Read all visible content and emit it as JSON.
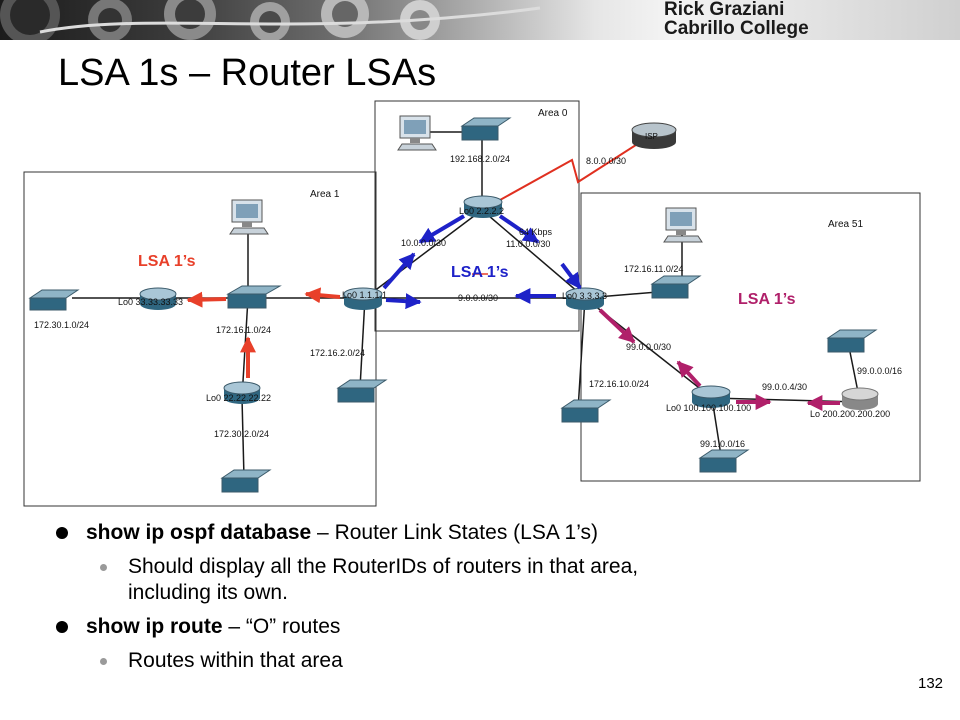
{
  "header": {
    "author": "Rick Graziani",
    "institution": "Cabrillo College"
  },
  "slide": {
    "title": "LSA 1s – Router LSAs",
    "page_number": "132"
  },
  "areas": {
    "area0": "Area 0",
    "area1": "Area 1",
    "area51": "Area 51"
  },
  "lsa_labels": {
    "area1": "LSA 1’s",
    "area0": "LSA 1’s",
    "area51": "LSA 1’s",
    "color": "#e8402a"
  },
  "routers": {
    "r1": "Lo0 1.1.1.1",
    "r2": "Lo0 2.2.2.2",
    "r3": "Lo0 3.3.3.3",
    "r33": "Lo0 33.33.33.33",
    "r22": "Lo0 22.22.22.22",
    "r100": "Lo0 100.100.100.100",
    "r200": "Lo 200.200.200.200",
    "isp": "ISP"
  },
  "networks": {
    "n192": "192.168.2.0/24",
    "n8": "8.0.0.0/30",
    "n10": "10.0.0.0/30",
    "n11": "11.0.0.0/30",
    "bw": "64 Kbps",
    "n9": "9.0.0.0/30",
    "n17230_1": "172.30.1.0/24",
    "n17216_1": "172.16.1.0/24",
    "n17216_2": "172.16.2.0/24",
    "n17230_2": "172.30.2.0/24",
    "n17216_11": "172.16.11.0/24",
    "n99_0_0_0_30": "99.0.0.0/30",
    "n17216_10": "172.16.10.0/24",
    "n99_0_0_4": "99.0.0.4/30",
    "n99_0_0_0_16": "99.0.0.0/16",
    "n99_1": "99.1.0.0/16"
  },
  "bullets": [
    {
      "level": 1,
      "bold": "show ip ospf database",
      "text": " – Router Link States (LSA 1’s)"
    },
    {
      "level": 2,
      "line1": "Should display all the RouterIDs of routers in that area,",
      "line2": "including its own."
    },
    {
      "level": 1,
      "bold": "show ip route",
      "text": " – “O” routes"
    },
    {
      "level": 2,
      "line1": "Routes within that area"
    }
  ]
}
